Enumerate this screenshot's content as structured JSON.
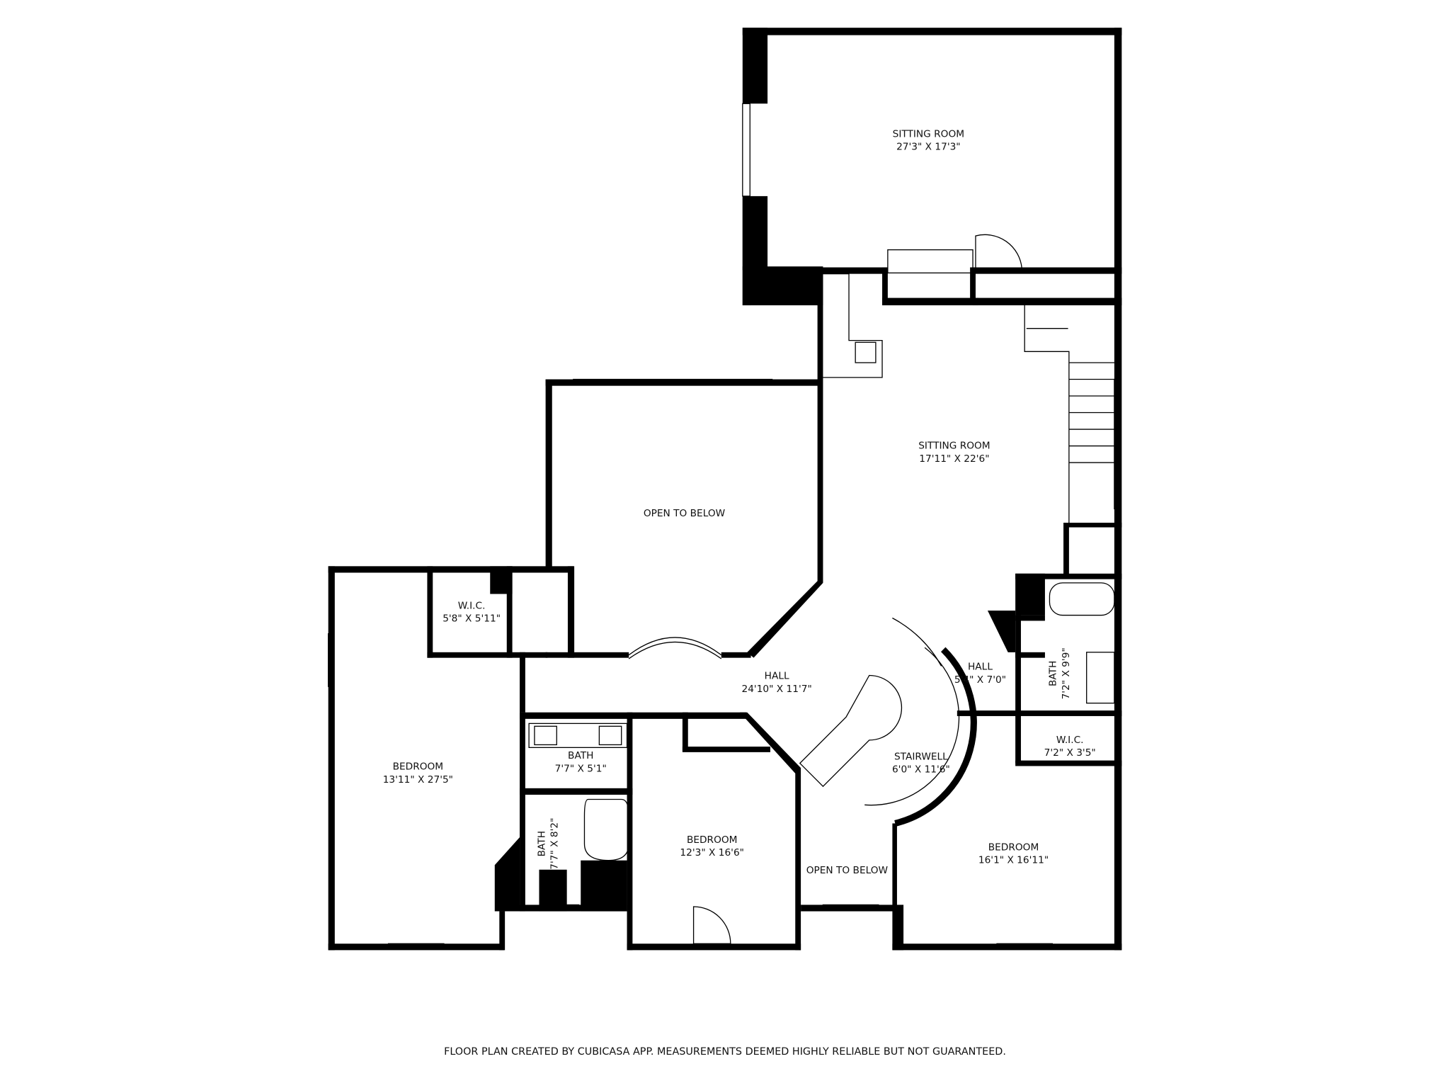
{
  "rooms": [
    {
      "name": "SITTING ROOM",
      "size": "27'3\" X 17'3\""
    },
    {
      "name": "SITTING ROOM",
      "size": "17'11\" X 22'6\""
    },
    {
      "name": "OPEN TO BELOW",
      "size": ""
    },
    {
      "name": "W.I.C.",
      "size": "5'8\" X 5'11\""
    },
    {
      "name": "HALL",
      "size": "24'10\" X 11'7\""
    },
    {
      "name": "HALL",
      "size": "5'4\" X 7'0\""
    },
    {
      "name": "BATH",
      "size": "7'2\" X 9'9\""
    },
    {
      "name": "BEDROOM",
      "size": "13'11\" X 27'5\""
    },
    {
      "name": "BATH",
      "size": "7'7\" X 5'1\""
    },
    {
      "name": "BATH",
      "size": "7'7\" X 8'2\""
    },
    {
      "name": "BEDROOM",
      "size": "12'3\" X 16'6\""
    },
    {
      "name": "STAIRWELL",
      "size": "6'0\" X 11'6\""
    },
    {
      "name": "W.I.C.",
      "size": "7'2\" X 3'5\""
    },
    {
      "name": "OPEN TO BELOW",
      "size": ""
    },
    {
      "name": "BEDROOM",
      "size": "16'1\" X 16'11\""
    }
  ],
  "footer": "FLOOR PLAN CREATED BY CUBICASA APP. MEASUREMENTS DEEMED HIGHLY RELIABLE BUT NOT GUARANTEED.",
  "colors": {
    "wall": "#000000",
    "background": "#ffffff"
  }
}
